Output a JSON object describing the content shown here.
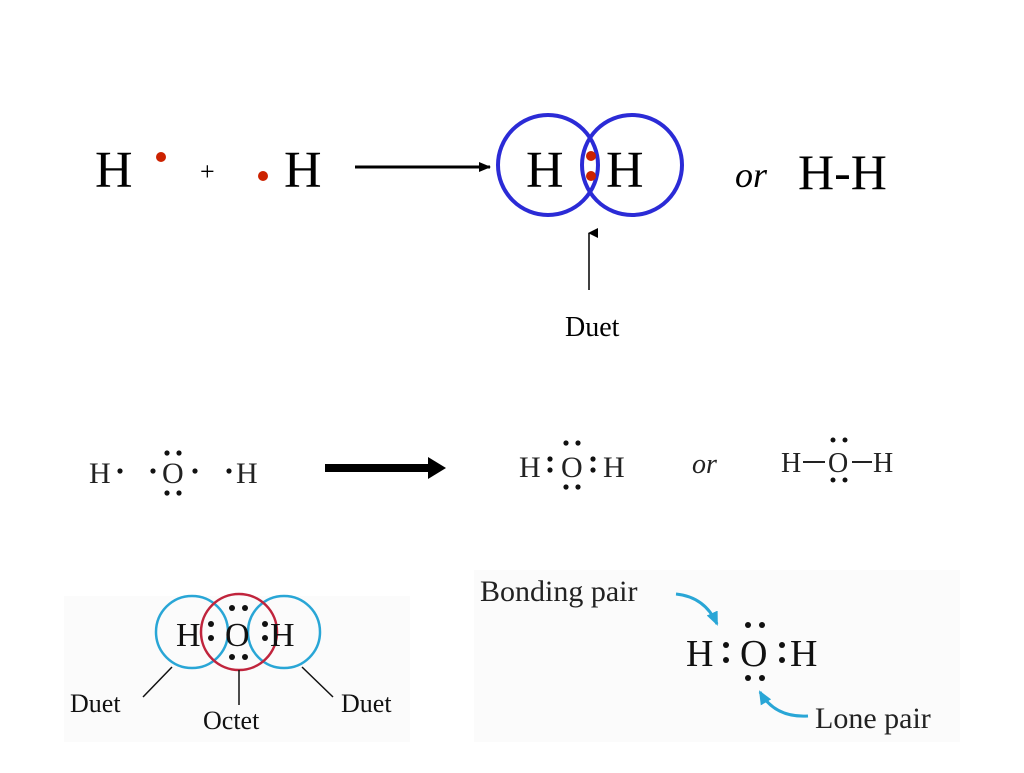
{
  "reaction_h2": {
    "reactant_left": "H",
    "plus": "+",
    "reactant_right": "H",
    "product_left": "H",
    "product_right": "H",
    "or": "or",
    "structural": "H-H",
    "duet_label": "Duet",
    "electron_color": "#cc2200",
    "circle_color": "#2b2bd6"
  },
  "reaction_h2o": {
    "reactant_h1": "H",
    "reactant_o": "O",
    "reactant_h2": "H",
    "product_h1": "H",
    "product_o": "O",
    "product_h2": "H",
    "or": "or",
    "struct_h1": "H",
    "struct_o": "O",
    "struct_h2": "H"
  },
  "water_shells": {
    "h1": "H",
    "o": "O",
    "h2": "H",
    "duet_left": "Duet",
    "octet": "Octet",
    "duet_right": "Duet",
    "h_circle_color": "#29a6d6",
    "o_circle_color": "#c0243c"
  },
  "water_pairs": {
    "bonding_pair_label": "Bonding pair",
    "h1": "H",
    "o": "O",
    "h2": "H",
    "lone_pair_label": "Lone pair",
    "arrow_color": "#29a6d6"
  }
}
